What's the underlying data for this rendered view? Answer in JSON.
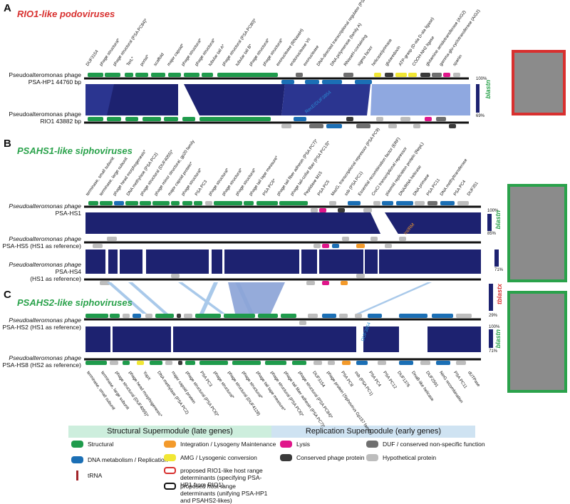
{
  "panels": [
    {
      "letter": "A",
      "title": "RIO1-like podoviruses",
      "title_color": "#d8302f",
      "scale_top": "100%",
      "scale_bot": "69%",
      "scale_name": "blastn",
      "scale_color": "#2aa24b",
      "genome_top": "Pseudoalteromonas phage PSA-HP1 44760 bp",
      "genome_bot": "Pseudoalteromonas phage RIO1 43882 bp",
      "note": "RecE/DUF3854",
      "gene_labels": [
        "DUF3154",
        "phage structural*",
        "phage structural (PSA PC84)*",
        "TerL*",
        "portal*",
        "scaffold",
        "major capsid*",
        "phage structural*",
        "phage structural*",
        "tubular tail A*",
        "phage structural (PSA PC80)*",
        "tubular tail B*",
        "phage structural*",
        "phage structural*",
        "exonuclease (RNaseH)",
        "endonuclease VII",
        "exonuclease",
        "DNA-directed transcriptional regulator (PSA PC9)",
        "DNA polymerase (family A)",
        "RNaseH-containing",
        "sigma factor",
        "helicase/primase",
        "glutaredoxin",
        "ATP-grasp (D-ala D-ala ligase)",
        "COOH-NH2 ligase",
        "glutamine amidotransferase (AIG2)",
        "gamma-glu-cyclotransferase (AIG2)",
        "spanin"
      ]
    },
    {
      "letter": "B",
      "title": "PSAHS1-like siphoviruses",
      "title_color": "#2aa24b",
      "scale_top": "100%",
      "scale_bot": "85%",
      "scale_bot2": "71%",
      "scale_name": "blastn",
      "scale_color": "#2aa24b",
      "genome_1": [
        "Pseudoalteromonas phage",
        "PSA-HS1"
      ],
      "genome_2": [
        "Pseudoalteromonas phage",
        "PSA-HS5 (HS1 as reference)"
      ],
      "genome_3": [
        "Pseudoalteromonas phage",
        "PSA-HS4",
        "(HS1 as reference)"
      ],
      "note": "Int/RM",
      "gene_labels": [
        "terminase, small subunit",
        "terminase, large subunit",
        "phage head morphogenesis*",
        "DNA methylase (PSA PC2)",
        "phage structural (DUF4055)*",
        "phage minor structural, gp20 family",
        "major capsid protein*",
        "phage structural*",
        "PSA PC3",
        "phage structural*",
        "phage structural*",
        "phage structural*",
        "phage tail tape measure*",
        "PSA PC6*",
        "phage tail fiber adhesin (PSA PC7)*",
        "phage tail-collar fiber (PSA PC13)*",
        "Peptidase M15",
        "PSA PC5",
        "MazG, transcriptional repressor (PSA PC9)",
        "ssb (PSA PC1)",
        "Essential recombination factor (ERF)",
        "CroCI transcriptional repressor",
        "plasmid replication protein (RepL)",
        "DNA/RNA helicase",
        "DNA primase",
        "PSA PC11",
        "DNA methyltransferase",
        "PSA PC4",
        "DUF351"
      ]
    },
    {
      "letter": "C",
      "title": "PSAHS2-like siphoviruses",
      "title_color": "#2aa24b",
      "scale_top": "29%",
      "scale_top2": "100%",
      "scale_bot": "71%",
      "scale_name": "tblastx",
      "scale_color": "#d8302f",
      "scale_name2": "blastn",
      "genome_1": [
        "Pseudoalteromonas phage",
        "PSA-HS2 (HS1 as reference)"
      ],
      "genome_2": [
        "Pseudoalteromonas phage",
        "PSA-HS8 (HS2 as reference)"
      ],
      "note": "DUF3854",
      "gene_labels": [
        "terminase, small subunit",
        "terminase, large subunit",
        "phage structural (DUF4055)*",
        "phage head morphogenesis*",
        "YopX",
        "DNA methylase (PSA PC2)",
        "major capsid protein",
        "phage structural (PSA PC6)*",
        "PSA PC3",
        "phage structural*",
        "phage structural (DUF4128)",
        "phage structural*",
        "phage tail tape measure*",
        "phage structural (PSA PC6)*",
        "phage tail fiber adhesin (PSA PC7)*",
        "phage structural (PSA PC84)*",
        "DUF3154",
        "phage protein (Siphovirus Gp157 family)",
        "PSA PC8",
        "ssb (PSA PC1)",
        "PSA PC4",
        "PSA PC12",
        "DUF1376",
        "DnaB-like helicase",
        "DUF2591",
        "NinG recombination",
        "PSA PC11",
        "dUTPase"
      ]
    }
  ],
  "legend": {
    "header_left": "Structural Supermodule (late genes)",
    "header_right": "Replication Supermodule (early genes)",
    "items": [
      {
        "label": "Structural",
        "color": "#1f9b4c"
      },
      {
        "label": "DNA metabolism / Replication",
        "color": "#1b6fb5"
      },
      {
        "label": "tRNA",
        "color": "#a2252a"
      },
      {
        "label": "Integration / Lysogeny Maintenance",
        "color": "#f39a2b"
      },
      {
        "label": "AMG / Lysogenic conversion",
        "color": "#f1e734"
      },
      {
        "label": "proposed RIO1-like host range determinants (specifying PSA-HP1 from RIO1)",
        "color": "#d8302f"
      },
      {
        "label": "proposed host range determinants (unifying PSA-HP1 and PSAHS2-likes)",
        "color": "#111111"
      },
      {
        "label": "Lysis",
        "color": "#e0168a"
      },
      {
        "label": "Conserved phage protein",
        "color": "#3a3a3a"
      },
      {
        "label": "DUF / conserved non-specific function",
        "color": "#6f6f6f"
      },
      {
        "label": "Hypothetical protein",
        "color": "#bdbdbd"
      }
    ]
  },
  "micrograph_colors": {
    "A": "#d8302f",
    "B": "#2aa24b",
    "C": "#2aa24b"
  }
}
